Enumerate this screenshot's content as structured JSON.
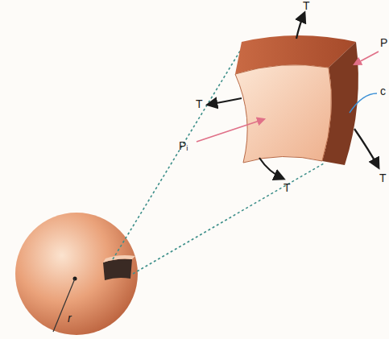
{
  "diagram": {
    "labels": [
      "T",
      "P",
      "c",
      "T",
      "Pᵢ",
      "T",
      "T",
      "r"
    ]
  }
}
